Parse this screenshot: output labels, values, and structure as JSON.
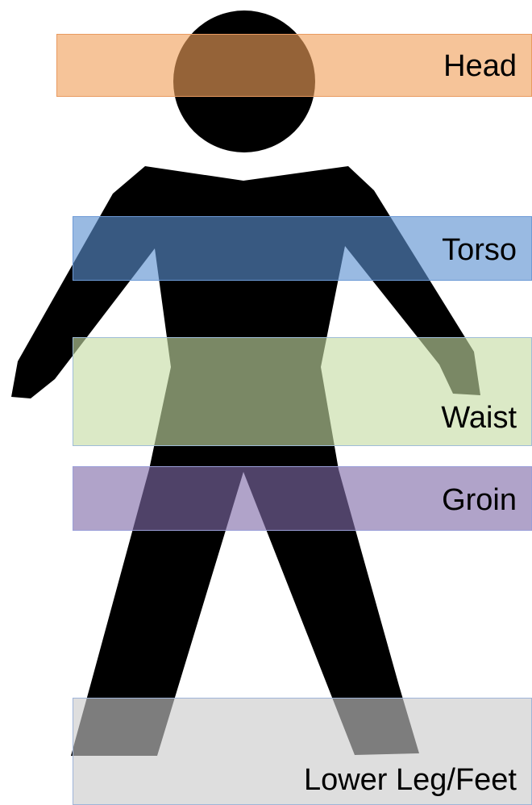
{
  "figure": {
    "fill": "#000000"
  },
  "bands": [
    {
      "id": "head",
      "label": "Head",
      "color": "#f0a05a",
      "border": "#e89a60"
    },
    {
      "id": "torso",
      "label": "Torso",
      "color": "#5b8fd0",
      "border": "#6d9ad6"
    },
    {
      "id": "waist",
      "label": "Waist",
      "color": "#c5dba3",
      "border": "#9fbdd8"
    },
    {
      "id": "groin",
      "label": "Groin",
      "color": "#7f6aa8",
      "border": "#9a9ed8"
    },
    {
      "id": "lower",
      "label": "Lower Leg/Feet",
      "color": "#c9c9c9",
      "border": "#9fb4d8"
    }
  ]
}
